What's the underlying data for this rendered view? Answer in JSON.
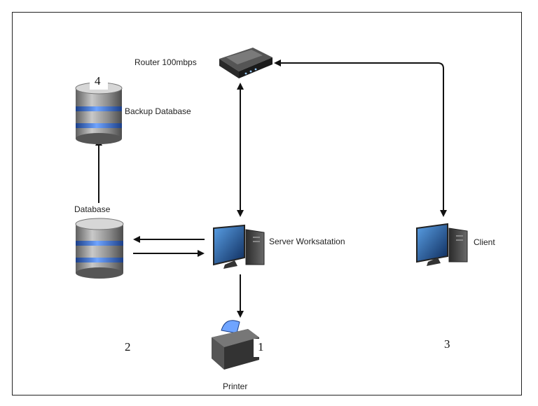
{
  "diagram": {
    "nodes": {
      "router": {
        "label": "Router 100mbps",
        "icon": "router-icon"
      },
      "backup_database": {
        "label": "Backup Database",
        "icon": "database-icon",
        "number": "4"
      },
      "database": {
        "label": "Database",
        "icon": "database-icon"
      },
      "server": {
        "label": "Server Worksatation",
        "icon": "desktop-computer-icon"
      },
      "client": {
        "label": "Client",
        "icon": "desktop-computer-icon"
      },
      "printer": {
        "label": "Printer",
        "icon": "printer-icon",
        "number": "1"
      }
    },
    "region_numbers": {
      "two": "2",
      "three": "3"
    },
    "edges": [
      {
        "from": "router",
        "to": "server",
        "direction": "both"
      },
      {
        "from": "router",
        "to": "client",
        "direction": "both"
      },
      {
        "from": "database",
        "to": "backup_database",
        "direction": "forward"
      },
      {
        "from": "server",
        "to": "database",
        "direction": "forward"
      },
      {
        "from": "database",
        "to": "server",
        "direction": "forward"
      },
      {
        "from": "server",
        "to": "printer",
        "direction": "forward"
      }
    ]
  },
  "colors": {
    "line": "#111111",
    "db_body": "#8a8a8a",
    "db_band": "#2f66c9",
    "screen": "#1a3f7a",
    "tower": "#4a4a4a"
  }
}
